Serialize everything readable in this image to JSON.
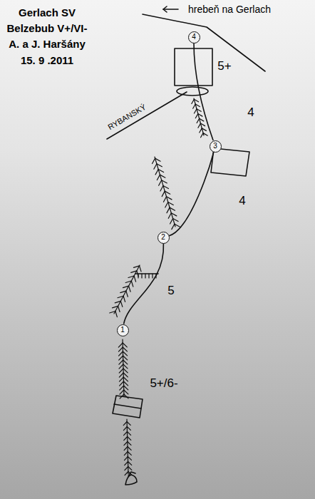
{
  "diagram": {
    "title": "Gerlach SV",
    "nodes": [
      {
        "text": [
          "4"
        ]
      },
      {
        "text": [
          "3"
        ]
      },
      {
        "text": [
          "2"
        ]
      },
      {
        "text": [
          "1"
        ]
      }
    ],
    "edges": [
      {
        "from": 3,
        "to": 2,
        "arrow": "none"
      },
      {
        "from": 2,
        "to": 1,
        "arrow": "none"
      },
      {
        "from": 1,
        "to": 0,
        "arrow": "none"
      }
    ],
    "labels": [
      "Belzebub V+/VI-",
      "A. a J. Haršány",
      "15. 9 .2011",
      "hrebeň na Gerlach",
      "5+",
      "4",
      "4",
      "5",
      "5+/6-",
      "RYBANSKÝ"
    ]
  }
}
